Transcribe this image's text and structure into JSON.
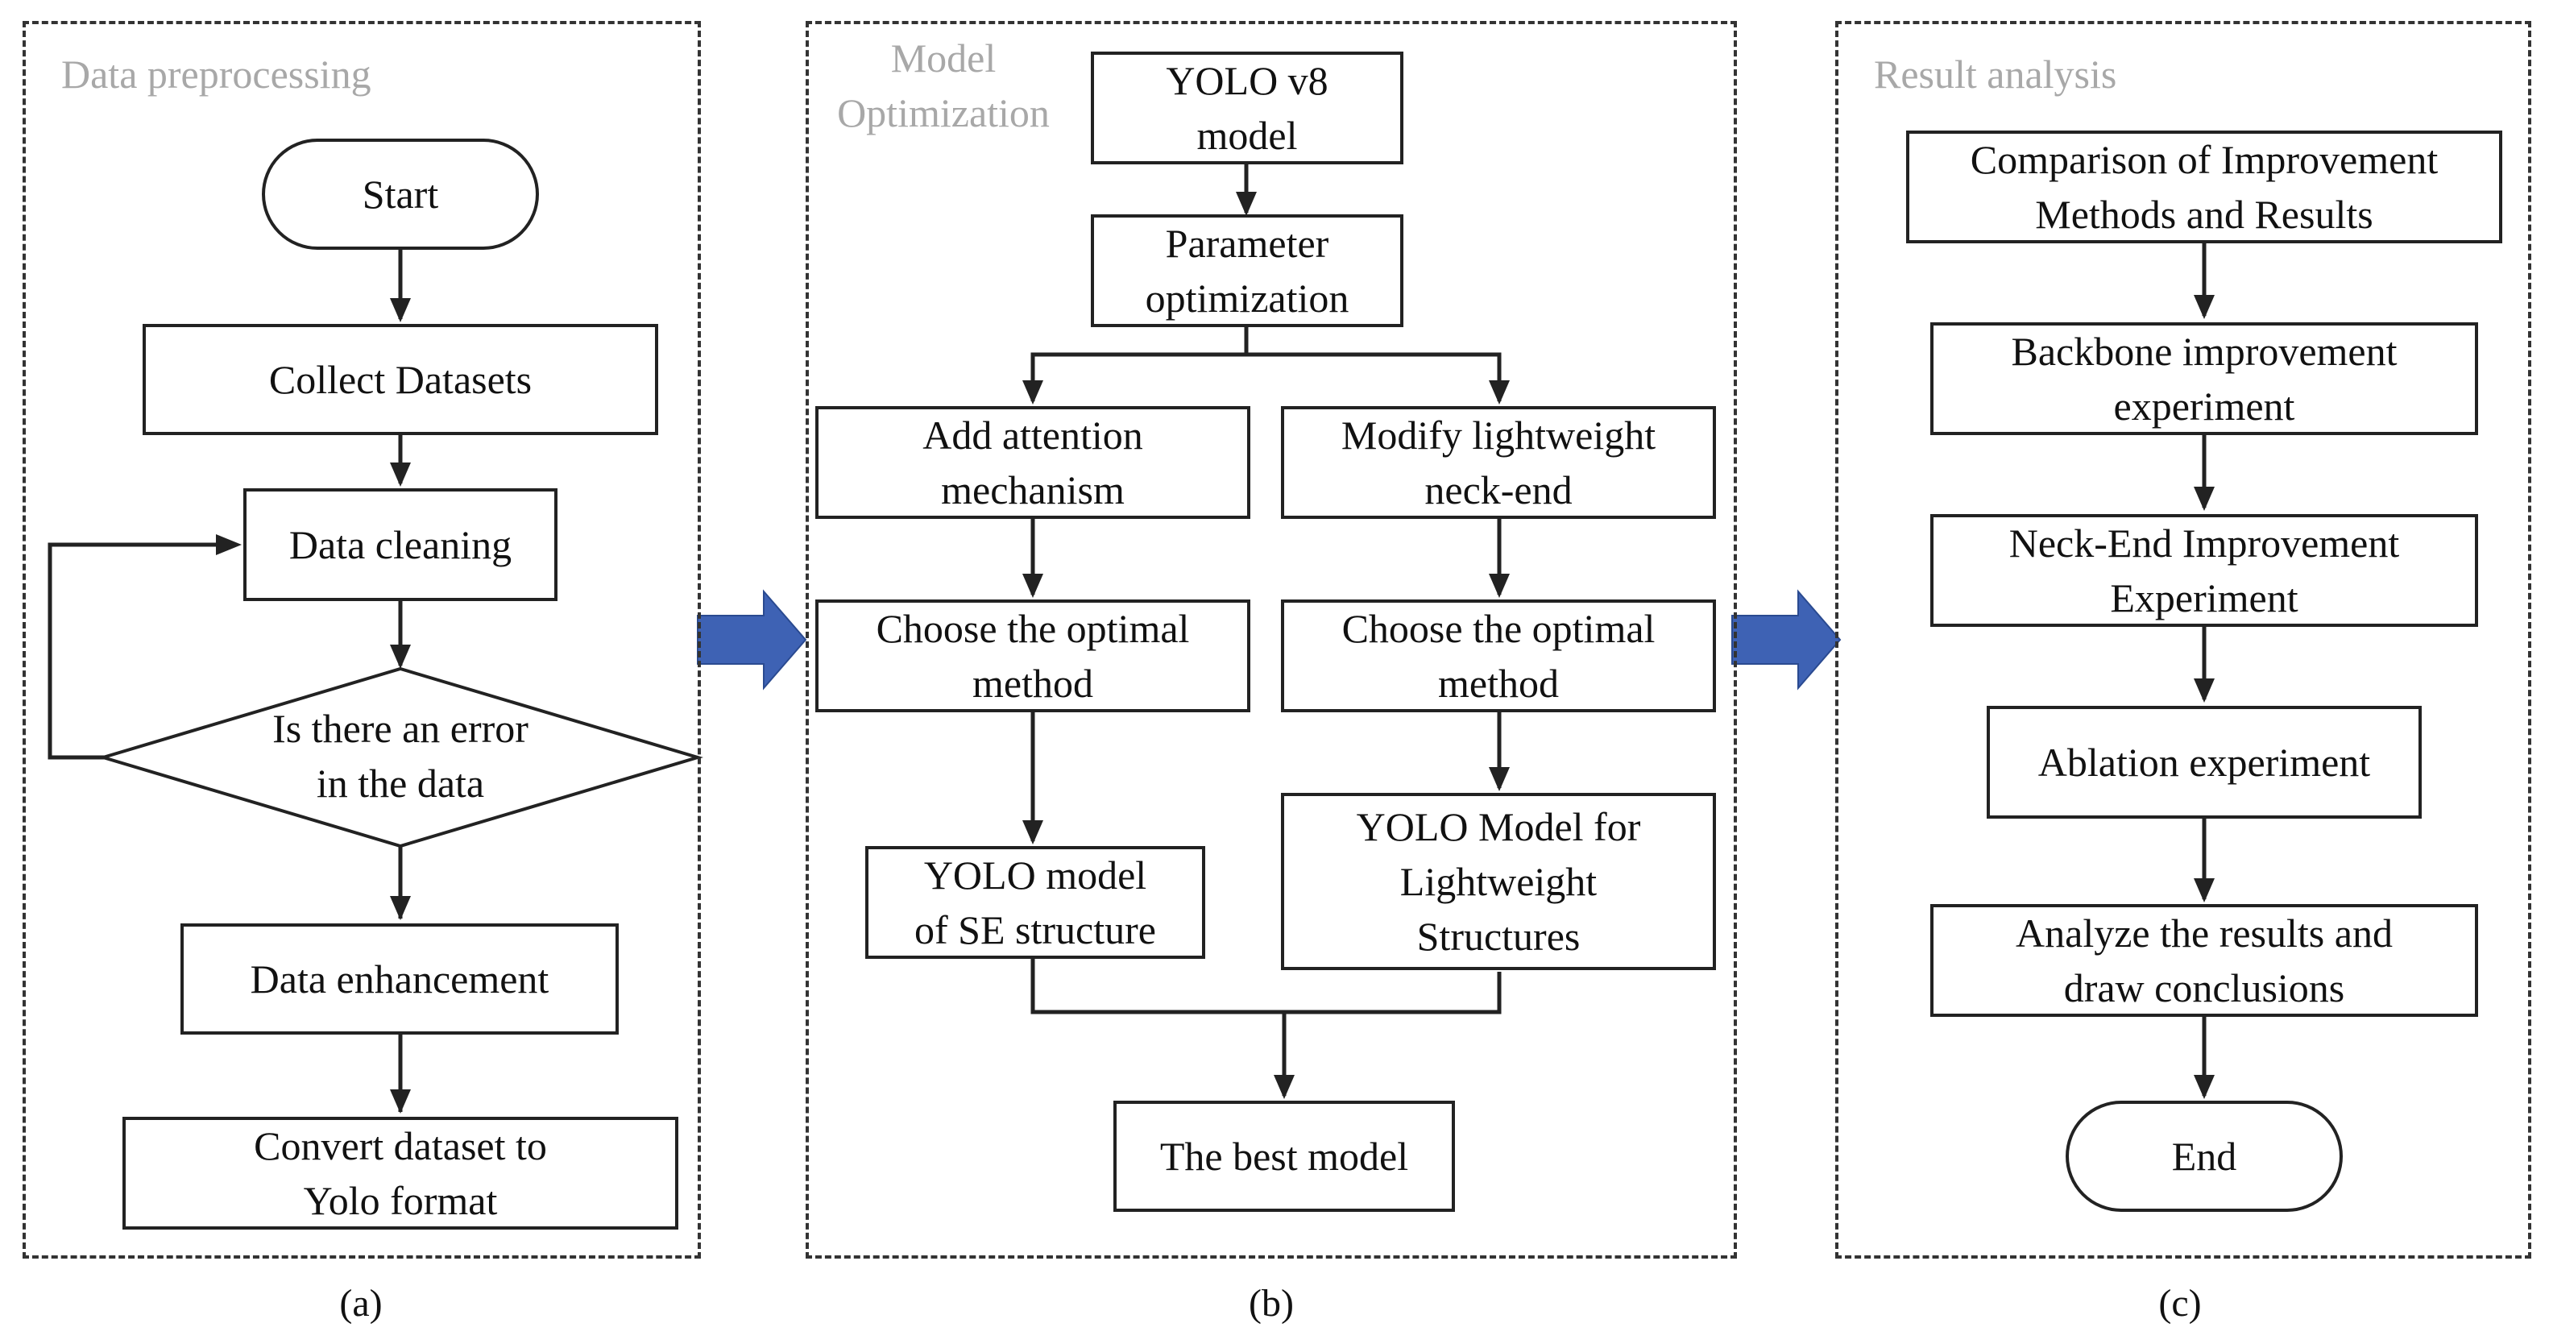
{
  "panels": {
    "a": {
      "title": "Data preprocessing",
      "caption": "(a)",
      "start": "Start",
      "collect": "Collect Datasets",
      "cleaning": "Data cleaning",
      "decision": "Is there an error\nin the data",
      "enhancement": "Data enhancement",
      "convert": "Convert dataset to\nYolo format"
    },
    "b": {
      "title": "Model\nOptimization",
      "caption": "(b)",
      "yolo": "YOLO v8\nmodel",
      "param": "Parameter\noptimization",
      "attention": "Add attention\nmechanism",
      "neck": "Modify lightweight\nneck-end",
      "choose_left": "Choose the optimal\nmethod",
      "choose_right": "Choose the optimal\nmethod",
      "se_model": "YOLO model\nof SE structure",
      "light_model": "YOLO Model for\nLightweight\nStructures",
      "best": "The best model"
    },
    "c": {
      "title": "Result analysis",
      "caption": "(c)",
      "comparison": "Comparison of Improvement\nMethods and Results",
      "backbone": "Backbone improvement\nexperiment",
      "neck_exp": "Neck-End Improvement\nExperiment",
      "ablation": "Ablation experiment",
      "analyze": "Analyze the results and\ndraw conclusions",
      "end": "End"
    }
  },
  "colors": {
    "panel_title": "#a8a8a8",
    "big_arrow": "#3e62b4",
    "line": "#222222"
  }
}
